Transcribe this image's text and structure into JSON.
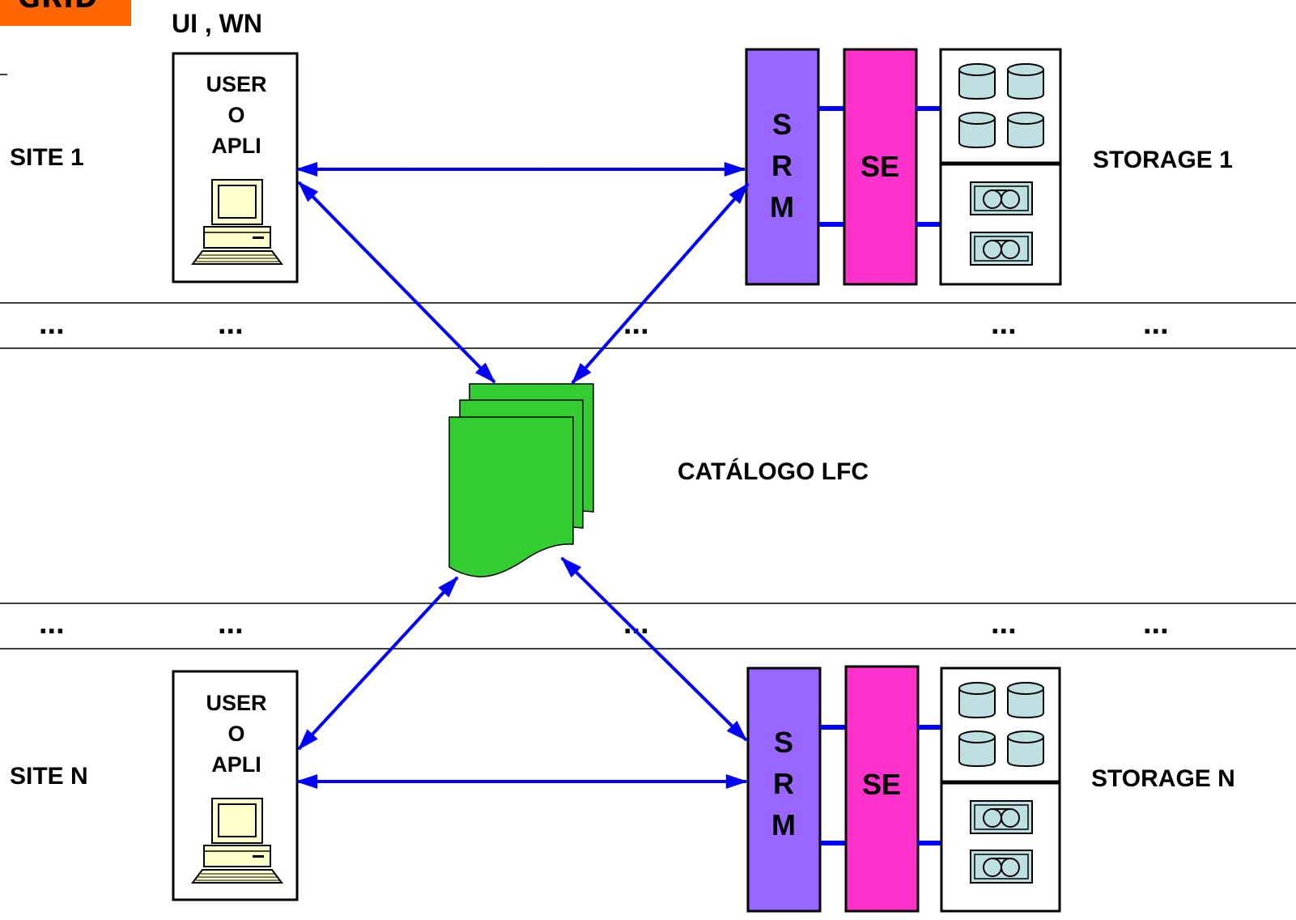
{
  "header": {
    "grid_badge": "GRID",
    "ui_wn": "UI , WN"
  },
  "colors": {
    "arrow": "#0000ff",
    "srm": "#9966ff",
    "se": "#ff33cc",
    "catalog": "#33cc33",
    "disk": "#bfe0e0",
    "computer": "#ffffcc",
    "badge": "#ff6600"
  },
  "site1": {
    "site_label": "SITE 1",
    "user_line1": "USER",
    "user_line2": "O",
    "user_line3": "APLI",
    "srm_s": "S",
    "srm_r": "R",
    "srm_m": "M",
    "se_label": "SE",
    "storage_label": "STORAGE 1"
  },
  "siteN": {
    "site_label": "SITE N",
    "user_line1": "USER",
    "user_line2": "O",
    "user_line3": "APLI",
    "srm_s": "S",
    "srm_r": "R",
    "srm_m": "M",
    "se_label": "SE",
    "storage_label": "STORAGE N"
  },
  "catalog": {
    "label": "CATÁLOGO LFC"
  },
  "dots": "..."
}
